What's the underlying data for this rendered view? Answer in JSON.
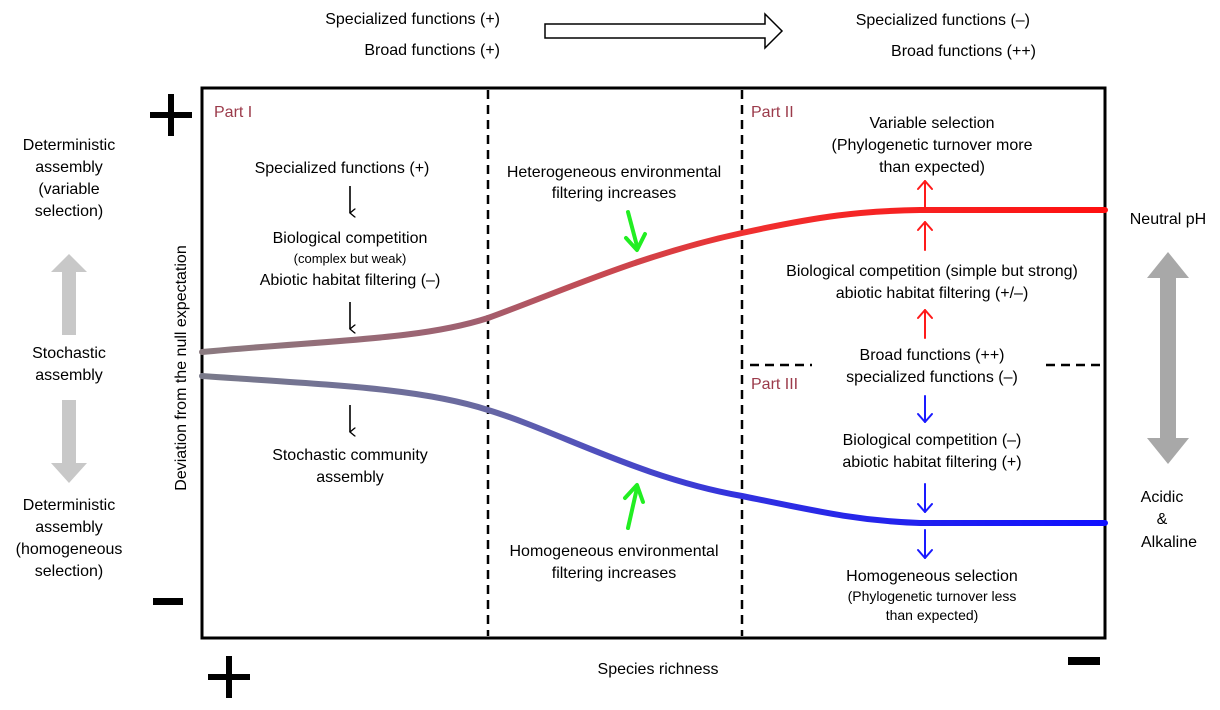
{
  "top_flow": {
    "left": [
      "Specialized functions (+)",
      "Broad functions (+)"
    ],
    "right": [
      "Specialized functions (–)",
      "Broad functions (++)"
    ]
  },
  "left_side": {
    "top": [
      "Deterministic",
      "assembly",
      "(variable",
      "selection)"
    ],
    "middle": [
      "Stochastic",
      "assembly"
    ],
    "bottom": [
      "Deterministic",
      "assembly",
      "(homogeneous",
      "selection)"
    ]
  },
  "right_side": {
    "top": "Neutral pH",
    "bottom": [
      "Acidic",
      "&",
      "Alkaline"
    ]
  },
  "axes": {
    "ylabel": "Deviation from the null expectation",
    "xlabel": "Species richness",
    "y_plus": "+",
    "y_minus": "–",
    "x_plus": "+",
    "x_minus": "–"
  },
  "parts": {
    "part1": "Part I",
    "part2": "Part II",
    "part3": "Part III"
  },
  "part1": {
    "specialized": "Specialized functions (+)",
    "competition": "Biological competition",
    "competition_sub": "(complex but weak)",
    "abiotic": "Abiotic habitat filtering (–)",
    "stochastic": [
      "Stochastic community",
      "assembly"
    ]
  },
  "middle": {
    "hetero": [
      "Heterogeneous environmental",
      "filtering increases"
    ],
    "homo": [
      "Homogeneous  environmental",
      "filtering increases"
    ]
  },
  "part2": {
    "variable": [
      "Variable selection",
      "(Phylogenetic turnover more",
      "than expected)"
    ],
    "competition": [
      "Biological competition (simple but strong)",
      "abiotic habitat filtering (+/–)"
    ],
    "functions": [
      "Broad functions (++)",
      "specialized functions (–)"
    ]
  },
  "part3": {
    "competition": [
      "Biological competition (–)",
      "abiotic habitat filtering (+)"
    ],
    "homogeneous": [
      "Homogeneous  selection",
      "(Phylogenetic turnover less",
      "than expected)"
    ]
  },
  "colors": {
    "red": "#ff1a1a",
    "blue": "#1a1aff",
    "green": "#22ee22",
    "gray": "#c8c8c8",
    "dark_gray": "#a8a8a8",
    "part_label": "#9b3a4a"
  }
}
